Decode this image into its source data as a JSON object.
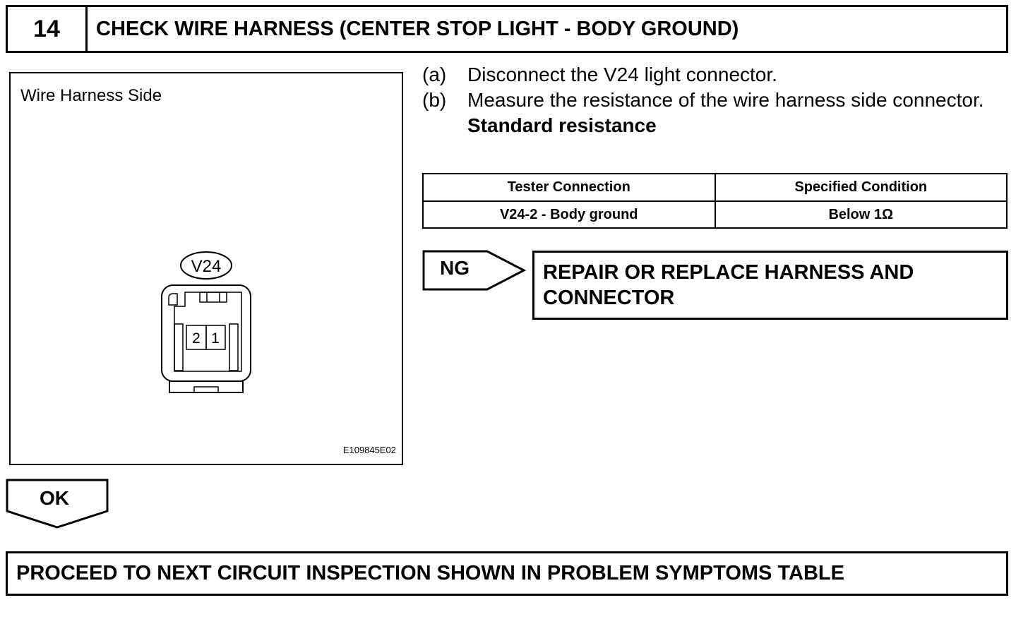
{
  "header": {
    "step_number": "14",
    "title": "CHECK WIRE HARNESS (CENTER STOP LIGHT - BODY GROUND)"
  },
  "figure": {
    "title": "Wire Harness Side",
    "connector_id": "V24",
    "pins": [
      "2",
      "1"
    ],
    "code": "E109845E02"
  },
  "steps": [
    {
      "letter": "(a)",
      "text": "Disconnect the V24 light connector."
    },
    {
      "letter": "(b)",
      "text": "Measure the resistance of the wire harness side connector."
    }
  ],
  "standard_label": "Standard resistance",
  "table": {
    "headers": [
      "Tester Connection",
      "Specified Condition"
    ],
    "rows": [
      [
        "V24-2 - Body ground",
        "Below 1Ω"
      ]
    ]
  },
  "ng": {
    "label": "NG",
    "result": "REPAIR OR REPLACE HARNESS AND CONNECTOR"
  },
  "ok": {
    "label": "OK"
  },
  "final": "PROCEED TO NEXT CIRCUIT INSPECTION SHOWN IN PROBLEM SYMPTOMS TABLE"
}
